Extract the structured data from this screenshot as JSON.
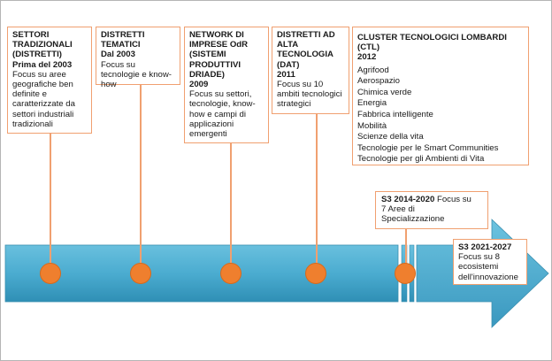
{
  "timeline": {
    "stages": [
      {
        "title": "SETTORI\nTRADIZIONALI\n(DISTRETTI)",
        "date": "Prima del 2003",
        "desc": "Focus su aree\ngeografiche ben\ndefinite e\ncaratterizzate da\nsettori industriali\ntradizionali"
      },
      {
        "title": "DISTRETTI\nTEMATICI",
        "date": "Dal 2003",
        "desc": "Focus su\ntecnologie  e know-\nhow"
      },
      {
        "title": "NETWORK DI\nIMPRESE OdR\n(SISTEMI\nPRODUTTIVI\nDRIADE)",
        "date": "2009",
        "desc": "Focus su settori,\ntecnologie, know-\nhow e campi di\napplicazioni\nemergenti"
      },
      {
        "title": "DISTRETTI AD\nALTA\nTECNOLOGIA\n(DAT)",
        "date": "2011",
        "desc": "Focus su 10\nambiti tecnologici\nstrategici"
      }
    ],
    "cluster": {
      "title": "CLUSTER TECNOLOGICI LOMBARDI\n(CTL)",
      "date": "2012",
      "items": [
        "Agrifood",
        "Aerospazio",
        "Chimica verde",
        "Energia",
        "Fabbrica intelligente",
        "Mobilità",
        "Scienze della vita",
        "Tecnologie per le Smart Communities",
        "Tecnologie per gli Ambienti di Vita"
      ]
    },
    "s3_2014": {
      "label": "S3 2014-2020",
      "text": "Focus su\n7 Aree di\nSpecializzazione"
    },
    "s3_2021": {
      "label": "S3 2021-2027",
      "text": "Focus su 8\necosistemi\ndell'innovazione"
    },
    "colors": {
      "arrow": "#4bacd0",
      "accent": "#ef7f2e",
      "border": "#f0a070"
    }
  }
}
